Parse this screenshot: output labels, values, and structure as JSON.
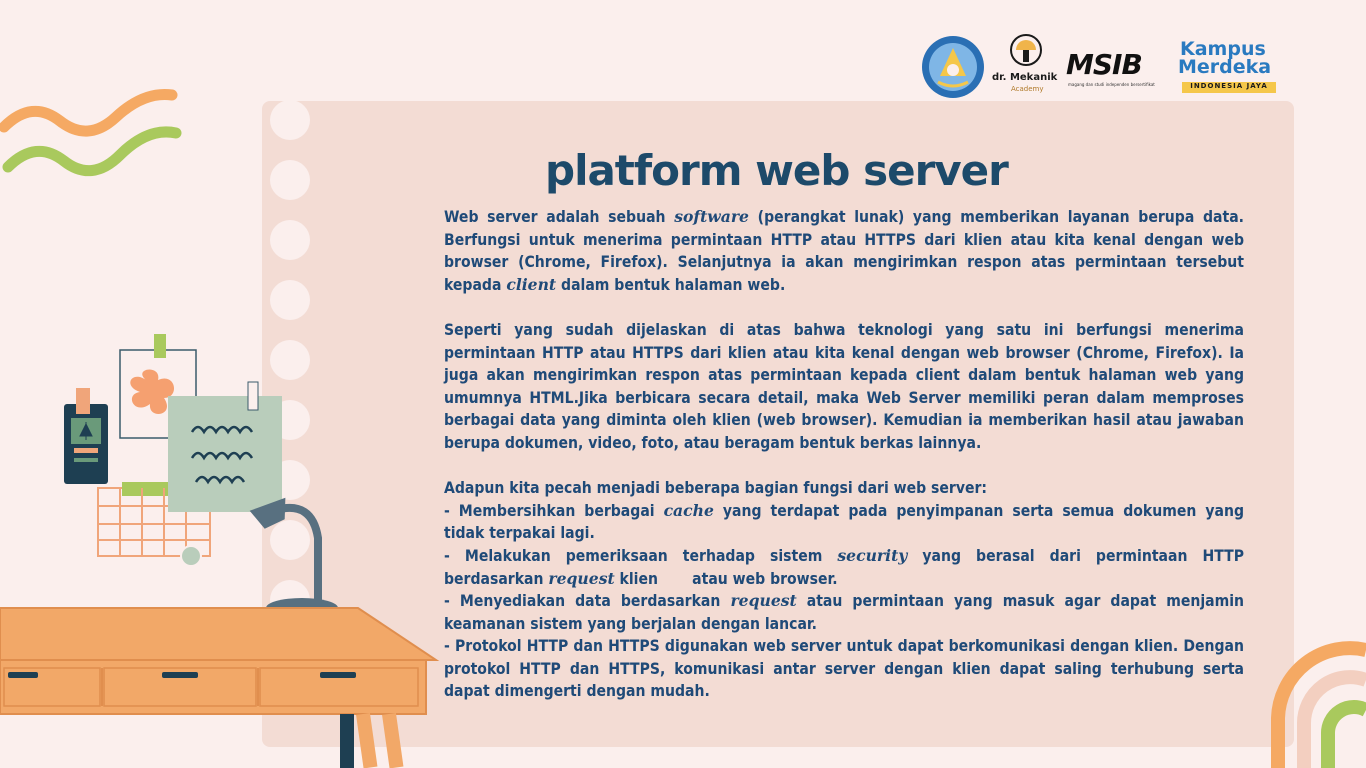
{
  "slide": {
    "title": "platform web server",
    "paragraph1": {
      "p1": "Web server adalah sebuah ",
      "e1": "software",
      "p2": " (perangkat lunak) yang memberikan layanan berupa data. Berfungsi untuk menerima permintaan HTTP atau HTTPS dari klien atau kita kenal dengan web browser (Chrome, Firefox). Selanjutnya ia akan mengirimkan respon atas permintaan tersebut kepada ",
      "e2": "client",
      "p3": " dalam bentuk halaman web."
    },
    "paragraph2": "Seperti yang sudah dijelaskan di atas bahwa teknologi yang satu ini berfungsi menerima permintaan HTTP atau HTTPS dari klien atau kita kenal dengan web browser (Chrome, Firefox). Ia juga akan mengirimkan respon atas permintaan kepada client dalam bentuk halaman web yang umumnya HTML.Jika berbicara secara detail, maka Web Server memiliki peran dalam memproses berbagai data yang diminta oleh klien (web browser). Kemudian ia memberikan hasil atau jawaban berupa dokumen, video, foto, atau beragam bentuk berkas lainnya.",
    "list_intro": "Adapun kita pecah menjadi beberapa bagian fungsi dari web server:",
    "item1": {
      "p1": "- Membersihkan berbagai ",
      "e1": "cache",
      "p2": " yang terdapat pada penyimpanan serta semua dokumen yang tidak terpakai lagi."
    },
    "item2": {
      "p1": "- Melakukan pemeriksaan terhadap sistem ",
      "e1": "security",
      "p2": " yang berasal dari permintaan HTTP berdasarkan ",
      "e2": "request",
      "p3": " klien       atau web browser."
    },
    "item3": {
      "p1": "- Menyediakan data berdasarkan ",
      "e1": "request",
      "p2": " atau permintaan yang masuk agar dapat menjamin keamanan sistem yang berjalan dengan lancar."
    },
    "item4": "- Protokol HTTP dan HTTPS digunakan web server untuk dapat berkomunikasi dengan klien. Dengan protokol HTTP dan HTTPS, komunikasi antar server dengan klien dapat saling terhubung serta dapat dimengerti dengan mudah."
  },
  "logos": {
    "mechanic_name": "dr. Mekanik",
    "mechanic_sub": "Academy",
    "msib": "MSIB",
    "msib_sub": "magang dan studi independen bersertifikat",
    "kampus": "Kampus",
    "merdeka": "Merdeka",
    "indonesia_jaya": "INDONESIA JAYA"
  },
  "colors": {
    "background": "#fbefed",
    "paper": "#f3dcd4",
    "title": "#1d4a6a",
    "text": "#1f4a78",
    "squiggle_orange": "#f5a963",
    "squiggle_green": "#a9c95d",
    "desk": "#f2a868"
  }
}
